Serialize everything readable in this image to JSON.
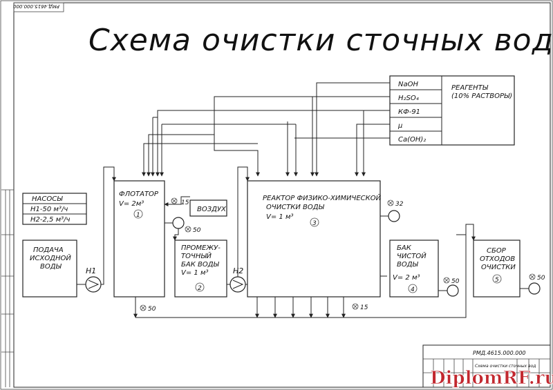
{
  "title": "Схема очистки сточных вод",
  "doc_code_top": "РМД.4615.000.000",
  "reagents": {
    "items": [
      "NaOH",
      "H₂SO₄",
      "КФ-91",
      "μ",
      "Ca(OH)₂"
    ],
    "label_line1": "РЕАГЕНТЫ",
    "label_line2": "(10% РАСТВОРЫ)"
  },
  "pumps_table": {
    "header": "НАСОСЫ",
    "row1": "Н1-50 м³/ч",
    "row2": "Н2-2,5 м³/ч"
  },
  "feed": {
    "line1": "ПОДАЧА",
    "line2": "ИСХОДНОЙ",
    "line3": "ВОДЫ"
  },
  "pump_labels": {
    "h1": "Н1",
    "h2": "Н2"
  },
  "flotator": {
    "name": "ФЛОТАТОР",
    "volume": "V= 2м³",
    "num": "1"
  },
  "air": {
    "label": "ВОЗДУХ",
    "valve": "15"
  },
  "intermediate": {
    "line1": "ПРОМЕЖУ-",
    "line2": "ТОЧНЫЙ",
    "line3": "БАК ВОДЫ",
    "volume": "V= 1 м³",
    "num": "2"
  },
  "reactor": {
    "line1": "РЕАКТОР ФИЗИКО-ХИМИЧЕСКОЙ",
    "line2": "ОЧИСТКИ ВОДЫ",
    "volume": "V= 1 м³",
    "num": "3"
  },
  "clean_tank": {
    "line1": "БАК",
    "line2": "ЧИСТОЙ",
    "line3": "ВОДЫ",
    "volume": "V= 2 м³",
    "num": "4"
  },
  "waste": {
    "line1": "СБОР",
    "line2": "ОТХОДОВ",
    "line3": "ОЧИСТКИ",
    "num": "5"
  },
  "valves": {
    "flotator_bottom": "50",
    "flotator_side": "50",
    "reactor_top": "32",
    "reactor_bottom": "15",
    "clean_tank": "50",
    "waste": "50"
  },
  "stamp": {
    "code": "РМД.4615.000.000",
    "caption": "Схема очистки сточных вод"
  },
  "watermark": "DiplomRF.ru"
}
